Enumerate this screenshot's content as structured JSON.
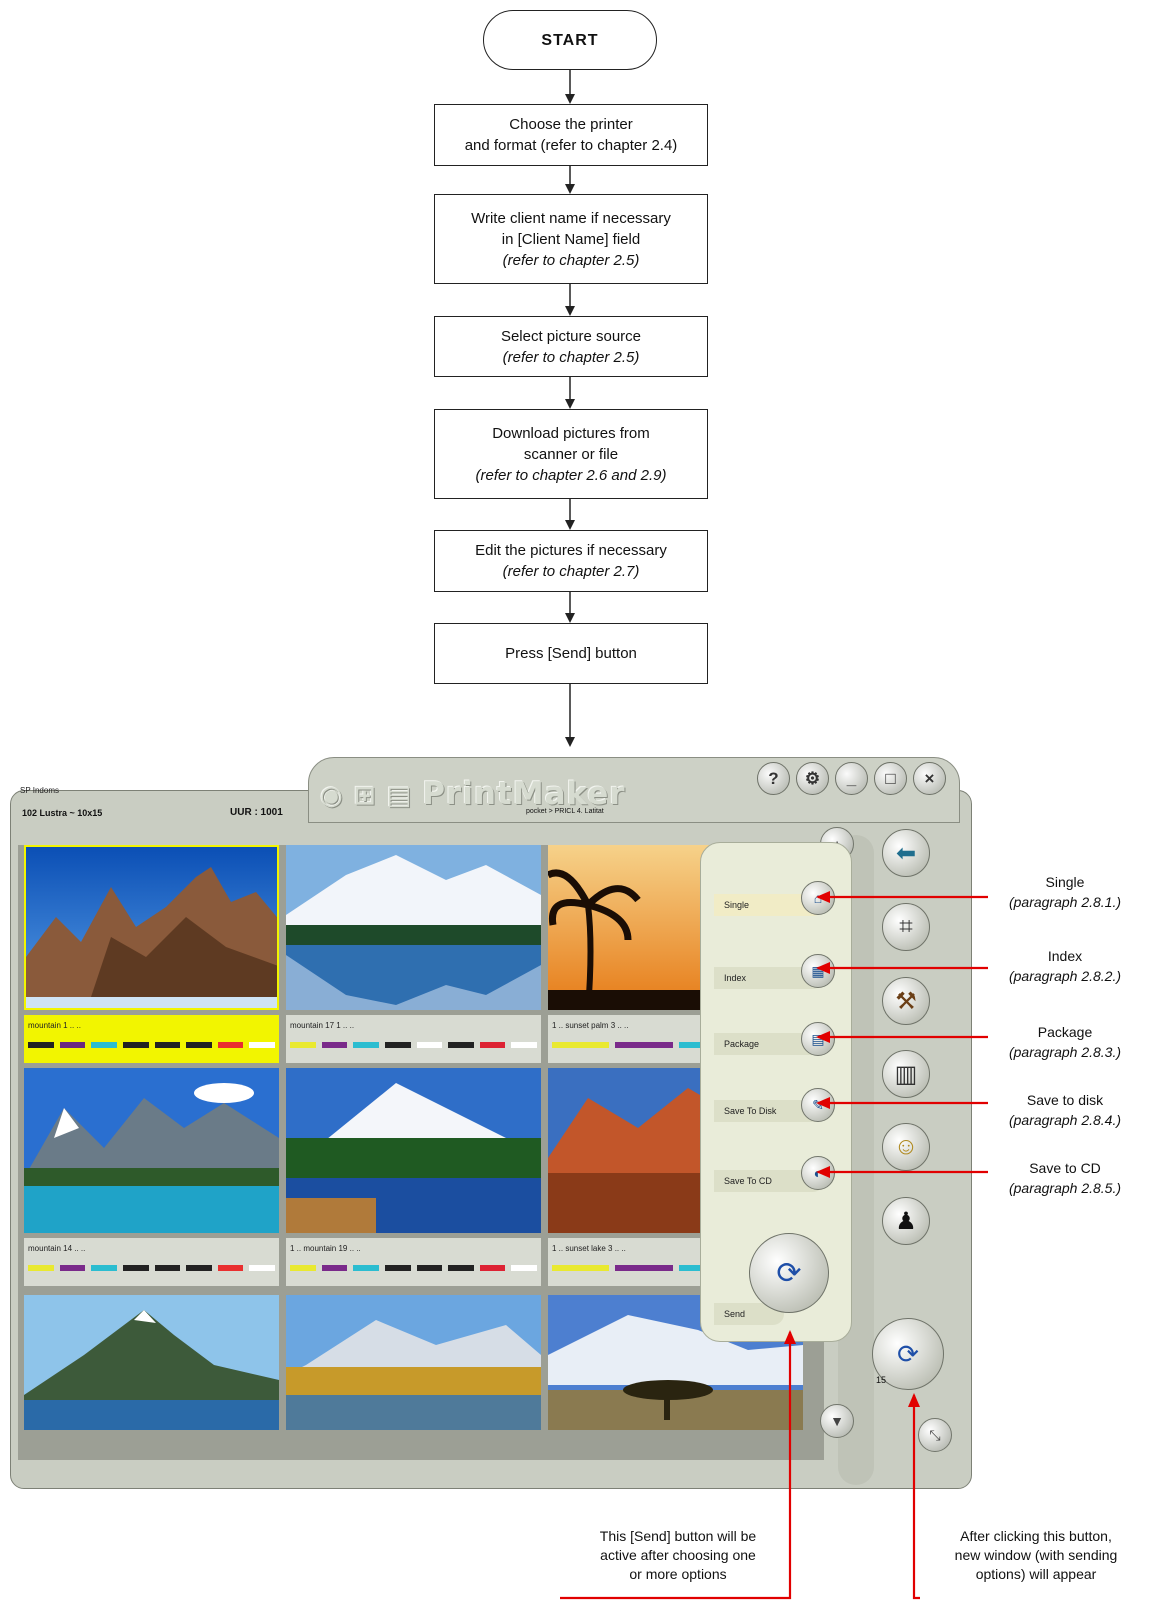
{
  "flow": {
    "start": "START",
    "steps": [
      {
        "line1": "Choose the printer",
        "line2": "and format (refer to chapter 2.4)",
        "ref": ""
      },
      {
        "line1": "Write client name if necessary",
        "line2": "in [Client Name] field",
        "ref": "(refer to chapter 2.5)"
      },
      {
        "line1": "Select picture source",
        "line2": "",
        "ref": "(refer to chapter 2.5)"
      },
      {
        "line1": "Download pictures from",
        "line2": "scanner or file",
        "ref": "(refer to chapter 2.6 and 2.9)"
      },
      {
        "line1": "Edit the pictures if necessary",
        "line2": "",
        "ref": "(refer to chapter 2.7)"
      },
      {
        "line1": "Press [Send] button",
        "line2": "",
        "ref": ""
      }
    ]
  },
  "app": {
    "logo": "PrintMaker",
    "title_buttons": [
      "?",
      "⚙",
      "_",
      "□",
      "×"
    ],
    "top_label": "SP Indoms",
    "format": "102 Lustra ~ 10x15",
    "order": "UUR : 1001",
    "source_path": "pocket > PRICL 4. Latitat",
    "captions": [
      {
        "text": "mountain 1 .. ..",
        "selected": true
      },
      {
        "text": "mountain 17 1 .. ..",
        "selected": false
      },
      {
        "text": "1 .. sunset palm 3 .. ..",
        "selected": false
      },
      {
        "text": "mountain 14 .. ..",
        "selected": false
      },
      {
        "text": "1 .. mountain 19 .. ..",
        "selected": false
      },
      {
        "text": "1 .. sunset lake 3 .. ..",
        "selected": false
      }
    ],
    "send_panel": {
      "options": [
        {
          "label": "Single",
          "icon": "single-print-icon",
          "active": true
        },
        {
          "label": "Index",
          "icon": "index-print-icon",
          "active": false
        },
        {
          "label": "Package",
          "icon": "package-print-icon",
          "active": false
        },
        {
          "label": "Save To Disk",
          "icon": "save-disk-icon",
          "active": false
        },
        {
          "label": "Save To CD",
          "icon": "save-cd-icon",
          "active": false
        }
      ],
      "send_label": "Send"
    },
    "right_toolbar": [
      "back-arrow-icon",
      "crop-icon",
      "hammer-icon",
      "scanner-icon",
      "user-icon",
      "person-icon"
    ],
    "send_count": "15"
  },
  "annotations": [
    {
      "title": "Single",
      "ref": "(paragraph 2.8.1.)"
    },
    {
      "title": "Index",
      "ref": "(paragraph 2.8.2.)"
    },
    {
      "title": "Package",
      "ref": "(paragraph 2.8.3.)"
    },
    {
      "title": "Save to disk",
      "ref": "(paragraph 2.8.4.)"
    },
    {
      "title": "Save to CD",
      "ref": "(paragraph 2.8.5.)"
    }
  ],
  "notes": {
    "send_active": [
      "This [Send] button will be",
      "active after choosing one",
      "or more options"
    ],
    "after_click": [
      "After clicking this button,",
      "new window (with sending",
      "options) will appear"
    ]
  },
  "colors": {
    "arrow_red": "#e10000",
    "selected_caption": "#f2f500",
    "frame": "#c9cdc2"
  }
}
